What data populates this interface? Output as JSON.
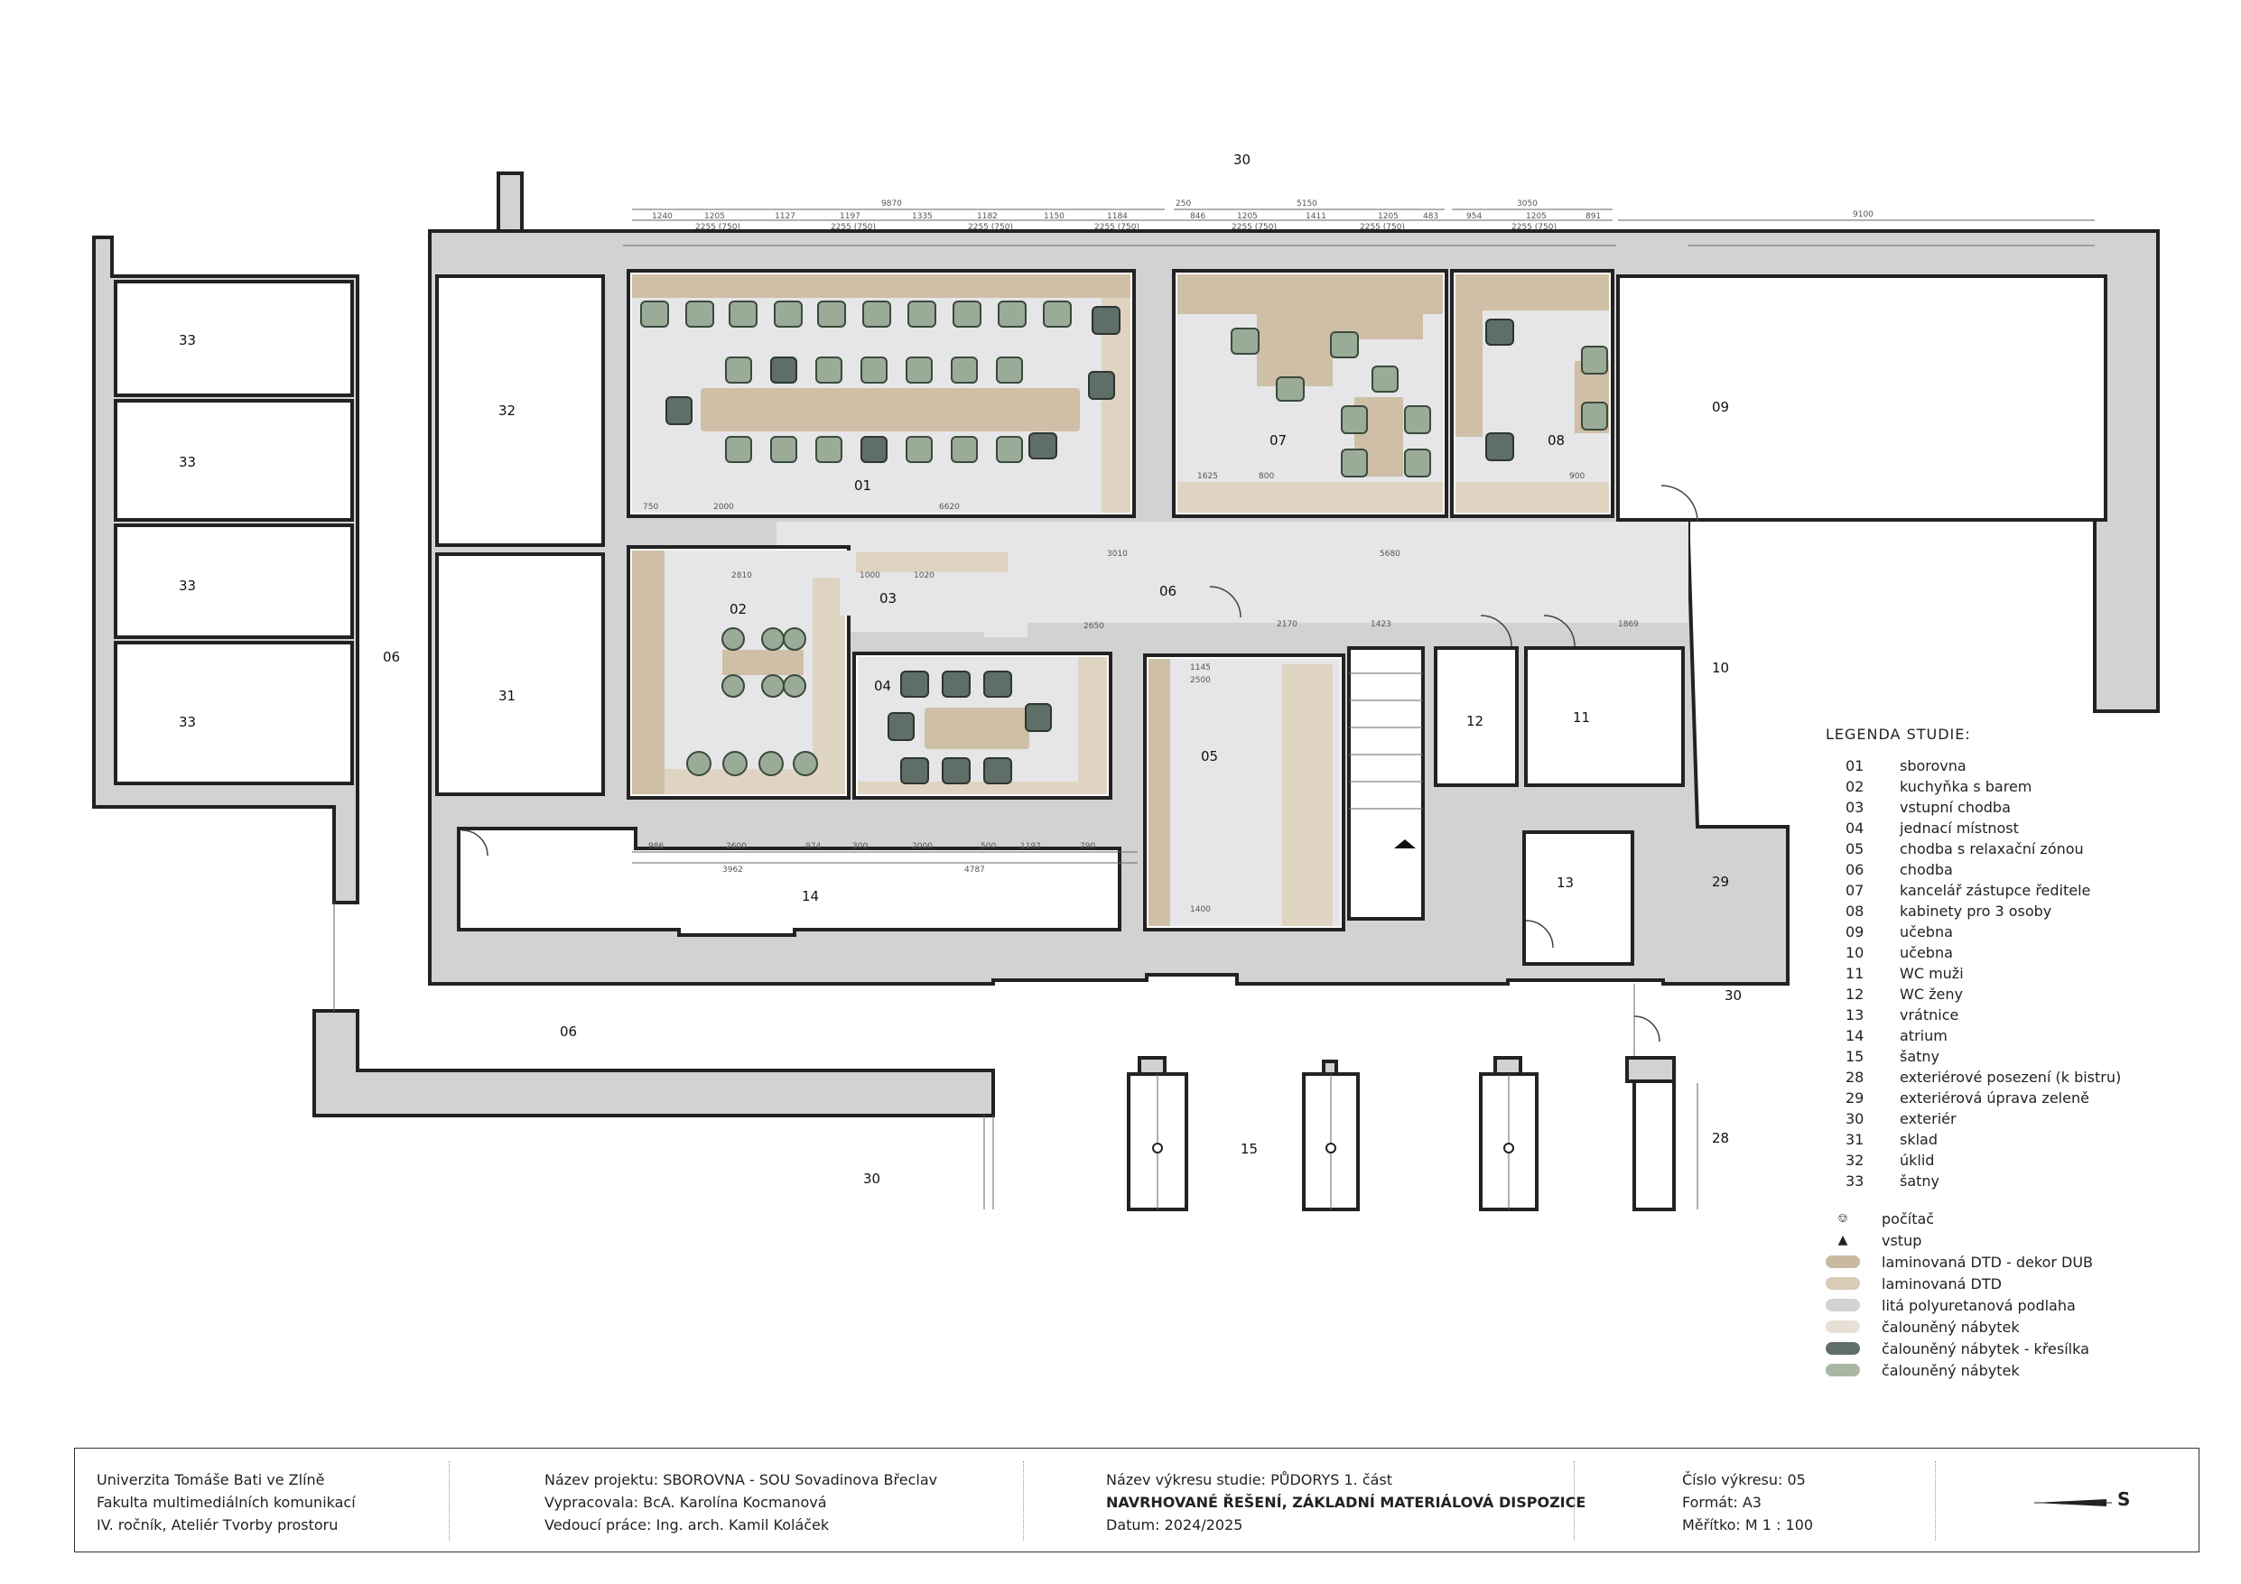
{
  "rooms": [
    {
      "id": "01",
      "label": "01"
    },
    {
      "id": "02",
      "label": "02"
    },
    {
      "id": "03",
      "label": "03"
    },
    {
      "id": "04",
      "label": "04"
    },
    {
      "id": "05",
      "label": "05"
    },
    {
      "id": "06a",
      "label": "06"
    },
    {
      "id": "06b",
      "label": "06"
    },
    {
      "id": "06c",
      "label": "06"
    },
    {
      "id": "07",
      "label": "07"
    },
    {
      "id": "08",
      "label": "08"
    },
    {
      "id": "09",
      "label": "09"
    },
    {
      "id": "10",
      "label": "10"
    },
    {
      "id": "11",
      "label": "11"
    },
    {
      "id": "12",
      "label": "12"
    },
    {
      "id": "13",
      "label": "13"
    },
    {
      "id": "14",
      "label": "14"
    },
    {
      "id": "15",
      "label": "15"
    },
    {
      "id": "28",
      "label": "28"
    },
    {
      "id": "29",
      "label": "29"
    },
    {
      "id": "30a",
      "label": "30"
    },
    {
      "id": "30b",
      "label": "30"
    },
    {
      "id": "30c",
      "label": "30"
    },
    {
      "id": "31",
      "label": "31"
    },
    {
      "id": "32",
      "label": "32"
    },
    {
      "id": "33a",
      "label": "33"
    },
    {
      "id": "33b",
      "label": "33"
    },
    {
      "id": "33c",
      "label": "33"
    },
    {
      "id": "33d",
      "label": "33"
    }
  ],
  "dimensions": {
    "top1": "9870",
    "top2": "5150",
    "top3": "3050",
    "top4": "9100",
    "t1": "1240",
    "t2": "1205",
    "t3": "1127",
    "t4": "1197",
    "t5": "1335",
    "t6": "1182",
    "t7": "1150",
    "t8": "1184",
    "t9": "250",
    "s1": "2255 (750)",
    "s2": "2255 (750)",
    "s3": "2255 (750)",
    "s4": "2255 (750)",
    "s5": "2255 (750)",
    "s6": "2255 (750)",
    "s7": "2255 (750)",
    "u1": "846",
    "u2": "1205",
    "u3": "1411",
    "u4": "1205",
    "u5": "483",
    "u6": "954",
    "u7": "1205",
    "u8": "891",
    "d6620": "6620",
    "d2000": "2000",
    "d750": "750",
    "d1625": "1625",
    "d800": "800",
    "d900": "900",
    "d3010": "3010",
    "d5680": "5680",
    "d2650": "2650",
    "d2170": "2170",
    "d1423": "1423",
    "d1869": "1869",
    "d2810": "2810",
    "d1000": "1000",
    "d1020": "1020",
    "d1145": "1145",
    "d2500": "2500",
    "d1400": "1400",
    "b1": "986",
    "b2": "2600",
    "b3": "974",
    "b4": "300",
    "b5": "2000",
    "b6": "500",
    "b7": "1197",
    "b8": "790",
    "b9": "3962",
    "b10": "4787"
  },
  "legend": {
    "title": "LEGENDA STUDIE:",
    "items": [
      {
        "num": "01",
        "text": "sborovna"
      },
      {
        "num": "02",
        "text": "kuchyňka s barem"
      },
      {
        "num": "03",
        "text": "vstupní chodba"
      },
      {
        "num": "04",
        "text": "jednací místnost"
      },
      {
        "num": "05",
        "text": "chodba s relaxační zónou"
      },
      {
        "num": "06",
        "text": "chodba"
      },
      {
        "num": "07",
        "text": "kancelář zástupce ředitele"
      },
      {
        "num": "08",
        "text": "kabinety pro 3 osoby"
      },
      {
        "num": "09",
        "text": "učebna"
      },
      {
        "num": "10",
        "text": "učebna"
      },
      {
        "num": "11",
        "text": "WC muži"
      },
      {
        "num": "12",
        "text": "WC ženy"
      },
      {
        "num": "13",
        "text": "vrátnice"
      },
      {
        "num": "14",
        "text": "atrium"
      },
      {
        "num": "15",
        "text": "šatny"
      },
      {
        "num": "28",
        "text": "exteriérové posezení (k bistru)"
      },
      {
        "num": "29",
        "text": "exteriérová úprava zeleně"
      },
      {
        "num": "30",
        "text": "exteriér"
      },
      {
        "num": "31",
        "text": "sklad"
      },
      {
        "num": "32",
        "text": "úklid"
      },
      {
        "num": "33",
        "text": "šatny"
      }
    ],
    "symbols": [
      {
        "icon": "computer-icon",
        "text": "počítač"
      },
      {
        "icon": "entrance-triangle-icon",
        "text": "vstup"
      }
    ],
    "materials": [
      {
        "color": "#c9b9a0",
        "text": "laminovaná DTD - dekor DUB"
      },
      {
        "color": "#d8cbb8",
        "text": "laminovaná DTD"
      },
      {
        "color": "#d3d3d5",
        "text": "litá polyuretanová podlaha"
      },
      {
        "color": "#e8e0d6",
        "text": "čalouněný nábytek"
      },
      {
        "color": "#5f6e66",
        "text": "čalouněný nábytek - křesílka"
      },
      {
        "color": "#a9b7a3",
        "text": "čalouněný nábytek"
      }
    ]
  },
  "titleblock": {
    "school": [
      "Univerzita Tomáše Bati ve Zlíně",
      "Fakulta multimediálních komunikací",
      "IV. ročník, Ateliér Tvorby prostoru"
    ],
    "project": [
      "Název projektu: SBOROVNA - SOU Sovadinova Břeclav",
      "Vypracovala: BcA. Karolína Kocmanová",
      "Vedoucí práce: Ing. arch. Kamil Koláček"
    ],
    "drawing_name": "Název výkresu studie: PŮDORYS 1. část",
    "drawing_subtitle": "NAVRHOVANÉ ŘEŠENÍ, ZÁKLADNÍ MATERIÁLOVÁ DISPOZICE",
    "date": "Datum: 2024/2025",
    "sheet": [
      "Číslo výkresu: 05",
      "Formát: A3",
      "Měřítko: M 1 : 100"
    ],
    "north": "S"
  }
}
